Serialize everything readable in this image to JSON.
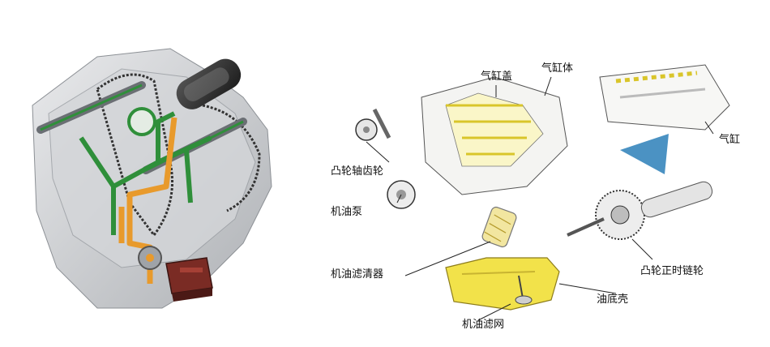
{
  "labels": {
    "cylinder_head_cover": "气缸盖",
    "cylinder_block": "气缸体",
    "cylinder": "气缸",
    "camshaft_gear": "凸轮轴齿轮",
    "oil_pump": "机油泵",
    "oil_filter": "机油滤清器",
    "oil_pan": "油底壳",
    "oil_strainer": "机油滤网",
    "cam_timing_sprocket": "凸轮正时链轮"
  },
  "colors": {
    "oil_pressure_green": "#2f8f3a",
    "oil_return_orange": "#e89a2c",
    "oil_yellow": "#f2e24a",
    "pointer_blue": "#2c7fb8",
    "metal_grey": "#b9bcc0"
  }
}
